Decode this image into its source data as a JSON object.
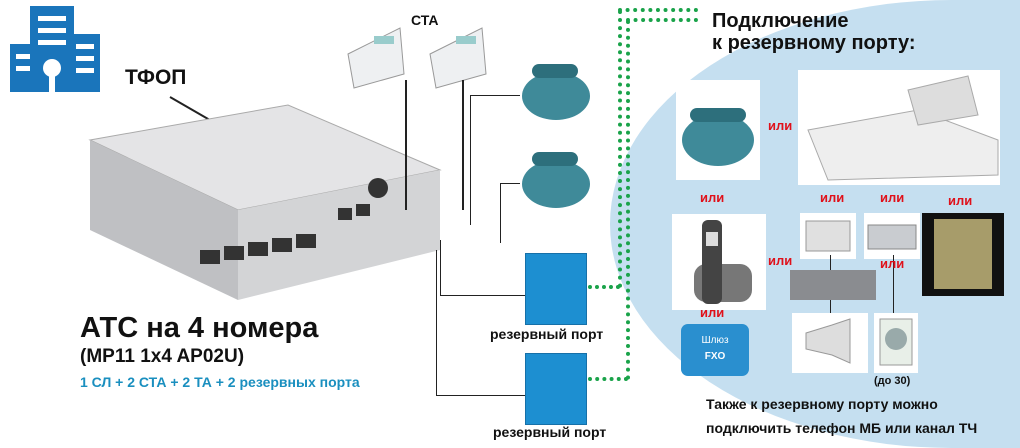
{
  "left": {
    "pstn_label": "ТФОП",
    "sta_label": "СТА",
    "title": "АТС на 4 номера",
    "model": "(MP11 1x4 AP02U)",
    "config": "1 СЛ + 2 СТА + 2 ТА + 2 резервных порта",
    "reserve_ports": [
      "резервный порт",
      "резервный порт"
    ]
  },
  "right": {
    "title_line1": "Подключение",
    "title_line2": "к резервному порту:",
    "or_label": "или",
    "fxo_button": {
      "line1": "Шлюз",
      "line2": "FXO"
    },
    "clock_note": "(до 30)",
    "footnote_line1": "Также к резервному порту можно",
    "footnote_line2": "подключить телефон МБ или канал ТЧ"
  },
  "colors": {
    "accent": "#1d8fd1",
    "or": "#e0101a",
    "link": "#1aa34a",
    "panel": "#c5dff0",
    "config_text": "#1a8fbf"
  }
}
